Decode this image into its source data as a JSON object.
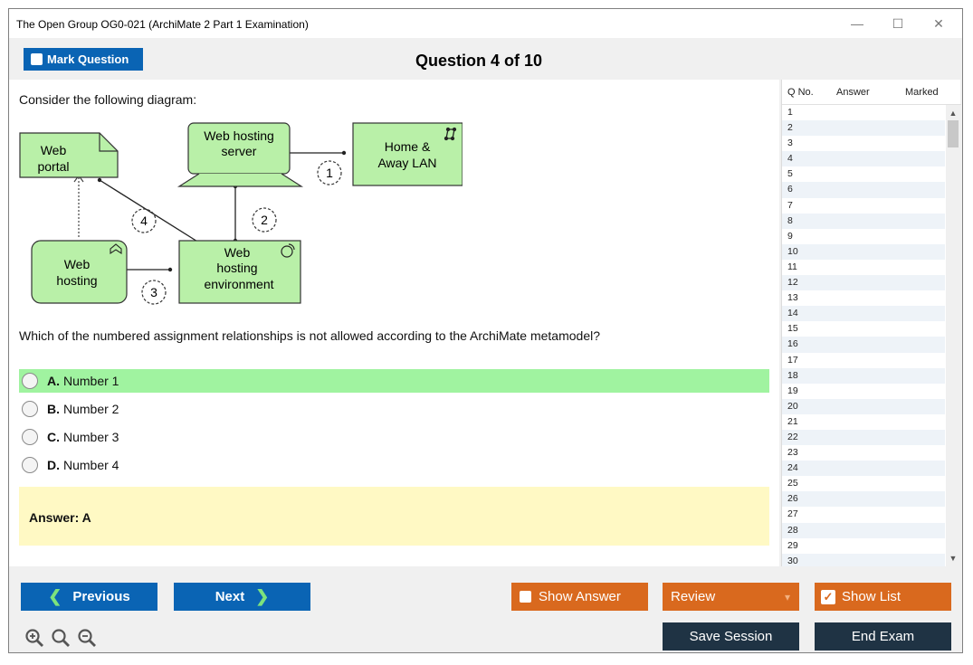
{
  "window": {
    "title": "The Open Group OG0-021 (ArchiMate 2 Part 1 Examination)",
    "controls": {
      "minimize": "—",
      "maximize": "☐",
      "close": "✕"
    }
  },
  "header": {
    "mark_label": "Mark Question",
    "question_title": "Question 4 of 10"
  },
  "question": {
    "intro": "Consider the following diagram:",
    "text": "Which of the numbered assignment relationships is not allowed according to the ArchiMate metamodel?",
    "options": [
      {
        "letter": "A.",
        "text": "Number 1"
      },
      {
        "letter": "B.",
        "text": "Number 2"
      },
      {
        "letter": "C.",
        "text": "Number 3"
      },
      {
        "letter": "D.",
        "text": "Number 4"
      }
    ],
    "selected": "A.",
    "answer": "Answer: A"
  },
  "diagram": {
    "web_portal": [
      "Web",
      "portal"
    ],
    "web_hosting_server": [
      "Web hosting",
      "server"
    ],
    "home_lan": [
      "Home &",
      "Away LAN"
    ],
    "web_hosting": [
      "Web",
      "hosting"
    ],
    "web_hosting_env": [
      "Web",
      "hosting",
      "environment"
    ],
    "labels": [
      "1",
      "2",
      "3",
      "4"
    ]
  },
  "list": {
    "headers": {
      "qno": "Q No.",
      "answer": "Answer",
      "marked": "Marked"
    },
    "rows": [
      "1",
      "2",
      "3",
      "4",
      "5",
      "6",
      "7",
      "8",
      "9",
      "10",
      "11",
      "12",
      "13",
      "14",
      "15",
      "16",
      "17",
      "18",
      "19",
      "20",
      "21",
      "22",
      "23",
      "24",
      "25",
      "26",
      "27",
      "28",
      "29",
      "30"
    ]
  },
  "footer": {
    "previous": "Previous",
    "next": "Next",
    "show_answer": "Show Answer",
    "review": "Review",
    "show_list": "Show List",
    "save_session": "Save Session",
    "end_exam": "End Exam",
    "prev_glyph": "❮",
    "next_glyph": "❯",
    "dropdown_glyph": "▾",
    "check_glyph": "✓"
  },
  "colors": {
    "primary": "#0a64b4",
    "accent": "#d9691e",
    "dark": "#1f3344",
    "selected_option": "#a0f3a0",
    "answer_box": "#fff9c4",
    "diagram_fill": "#b9f0a8"
  }
}
